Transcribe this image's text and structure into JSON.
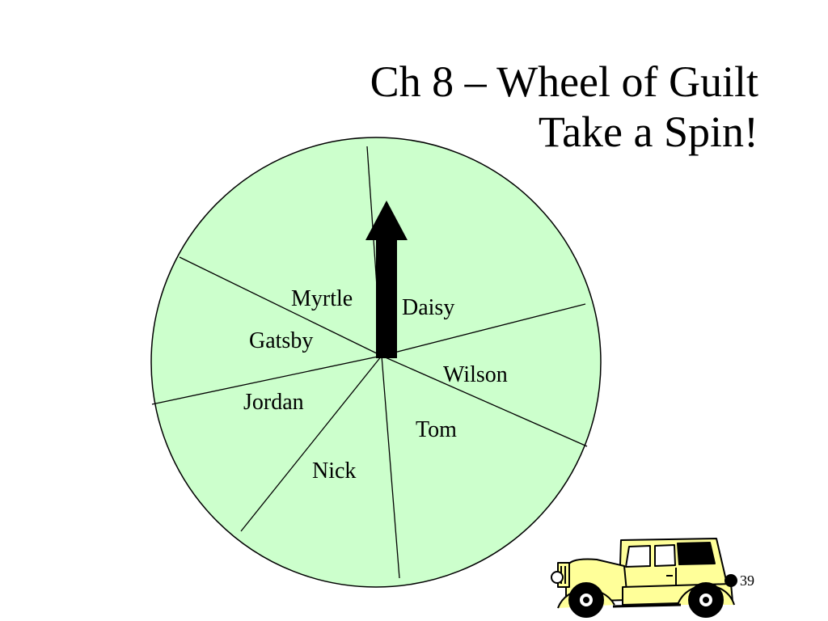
{
  "slide": {
    "title_line1": "Ch 8 – Wheel of Guilt",
    "title_line2": "Take a Spin!",
    "slide_number": "39"
  },
  "wheel": {
    "fill_color": "#ccffcc",
    "stroke_color": "#000000",
    "segments": [
      "Daisy",
      "Wilson",
      "Tom",
      "Nick",
      "Jordan",
      "Gatsby",
      "Myrtle"
    ]
  },
  "pointer": {
    "color": "#000000"
  },
  "car_clipart": {
    "icon": "vintage-car-icon",
    "body_color": "#ffff99"
  }
}
